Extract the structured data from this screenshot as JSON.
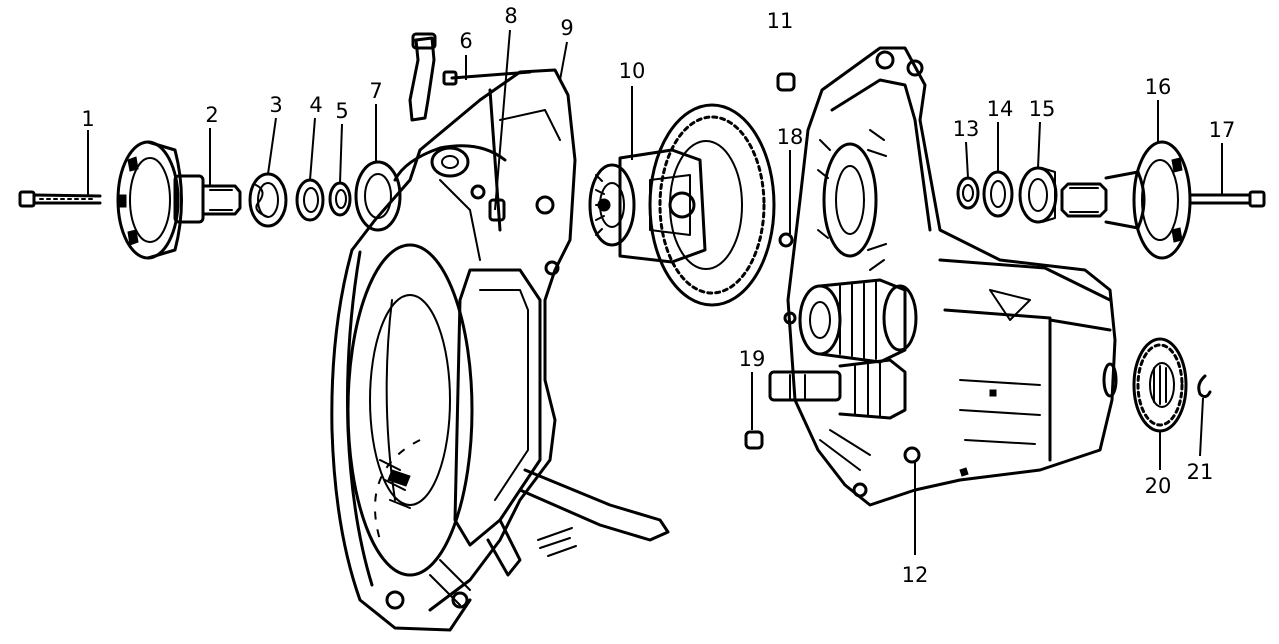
{
  "callouts": [
    {
      "id": "1",
      "label": "1"
    },
    {
      "id": "2",
      "label": "2"
    },
    {
      "id": "3",
      "label": "3"
    },
    {
      "id": "4",
      "label": "4"
    },
    {
      "id": "5",
      "label": "5"
    },
    {
      "id": "6",
      "label": "6"
    },
    {
      "id": "7",
      "label": "7"
    },
    {
      "id": "8",
      "label": "8"
    },
    {
      "id": "9",
      "label": "9"
    },
    {
      "id": "10",
      "label": "10"
    },
    {
      "id": "11",
      "label": "11"
    },
    {
      "id": "12",
      "label": "12"
    },
    {
      "id": "13",
      "label": "13"
    },
    {
      "id": "14",
      "label": "14"
    },
    {
      "id": "15",
      "label": "15"
    },
    {
      "id": "16",
      "label": "16"
    },
    {
      "id": "17",
      "label": "17"
    },
    {
      "id": "18",
      "label": "18"
    },
    {
      "id": "19",
      "label": "19"
    },
    {
      "id": "20",
      "label": "20"
    },
    {
      "id": "21",
      "label": "21"
    }
  ]
}
